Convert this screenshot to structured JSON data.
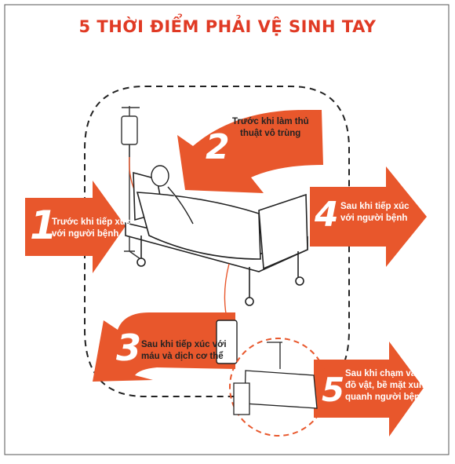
{
  "title": "5 THỜI ĐIỂM PHẢI VỆ SINH TAY",
  "colors": {
    "accent": "#e8572c",
    "title": "#e03a24",
    "dashed": "#222222",
    "dashed_circle": "#e8572c"
  },
  "moments": [
    {
      "number": "1",
      "lines": [
        "Trước khi tiếp xúc",
        "với người bệnh"
      ]
    },
    {
      "number": "2",
      "lines": [
        "Trước khi làm thủ",
        "thuật vô trùng"
      ]
    },
    {
      "number": "3",
      "lines": [
        "Sau khi tiếp xúc với",
        "máu và dịch cơ thể"
      ]
    },
    {
      "number": "4",
      "lines": [
        "Sau khi tiếp xúc",
        "với người bệnh"
      ]
    },
    {
      "number": "5",
      "lines": [
        "Sau khi chạm vào",
        "đồ vật, bề mặt xung",
        "quanh người bệnh"
      ]
    }
  ]
}
